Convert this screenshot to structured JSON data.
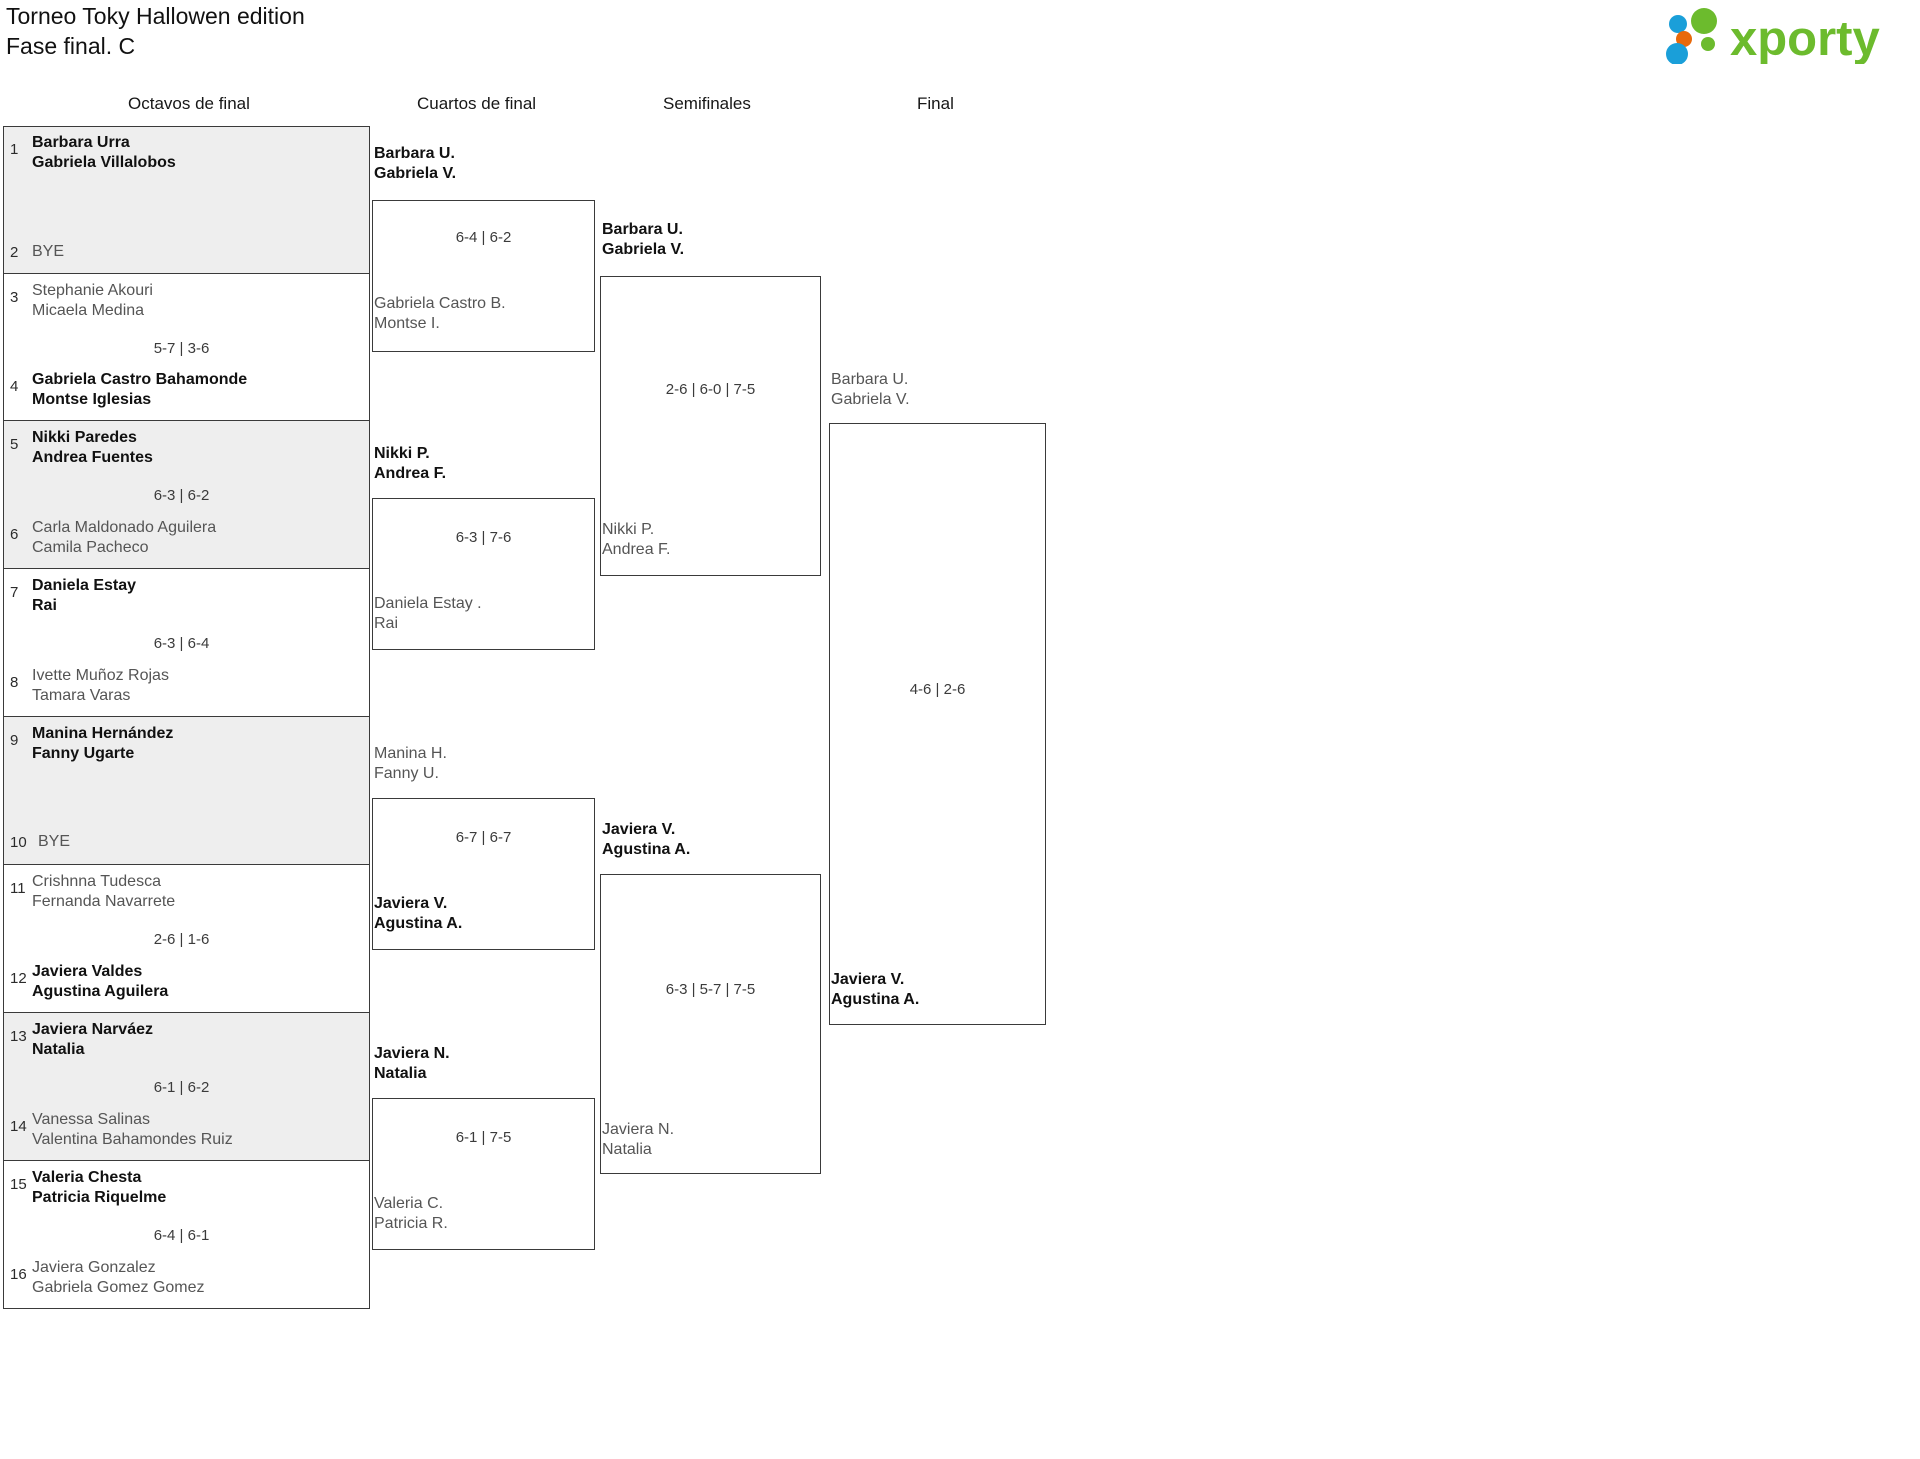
{
  "header": {
    "title_line1": "Torneo Toky Hallowen edition",
    "title_line2": "Fase final. C",
    "logo_text": "xporty",
    "logo_colors": {
      "text": "#6cbb2d",
      "dot_blue": "#1a9fd9",
      "dot_orange": "#e8690b",
      "dot_green": "#6cbb2d"
    }
  },
  "rounds": [
    {
      "label": "Octavos de final"
    },
    {
      "label": "Cuartos de final"
    },
    {
      "label": "Semifinales"
    },
    {
      "label": "Final"
    }
  ],
  "round1": [
    {
      "seed_top": "1",
      "top_line1": "Barbara Urra",
      "top_line2": "Gabriela Villalobos",
      "top_result": "win",
      "seed_bottom": "2",
      "bottom_line1": "BYE",
      "bottom_line2": "",
      "bottom_result": "bye",
      "score": ""
    },
    {
      "seed_top": "3",
      "top_line1": "Stephanie Akouri",
      "top_line2": "Micaela Medina",
      "top_result": "lose",
      "seed_bottom": "4",
      "bottom_line1": "Gabriela Castro Bahamonde",
      "bottom_line2": "Montse Iglesias",
      "bottom_result": "win",
      "score": "5-7 | 3-6"
    },
    {
      "seed_top": "5",
      "top_line1": "Nikki Paredes",
      "top_line2": "Andrea Fuentes",
      "top_result": "win",
      "seed_bottom": "6",
      "bottom_line1": "Carla Maldonado Aguilera",
      "bottom_line2": "Camila Pacheco",
      "bottom_result": "lose",
      "score": "6-3 | 6-2"
    },
    {
      "seed_top": "7",
      "top_line1": "Daniela Estay",
      "top_line2": "Rai",
      "top_result": "win",
      "seed_bottom": "8",
      "bottom_line1": "Ivette Muñoz Rojas",
      "bottom_line2": "Tamara Varas",
      "bottom_result": "lose",
      "score": "6-3 | 6-4"
    },
    {
      "seed_top": "9",
      "top_line1": "Manina Hernández",
      "top_line2": "Fanny Ugarte",
      "top_result": "win",
      "seed_bottom": "10",
      "bottom_line1": "BYE",
      "bottom_line2": "",
      "bottom_result": "bye",
      "score": ""
    },
    {
      "seed_top": "11",
      "top_line1": "Crishnna Tudesca",
      "top_line2": "Fernanda Navarrete",
      "top_result": "lose",
      "seed_bottom": "12",
      "bottom_line1": "Javiera Valdes",
      "bottom_line2": "Agustina Aguilera",
      "bottom_result": "win",
      "score": "2-6 | 1-6"
    },
    {
      "seed_top": "13",
      "top_line1": "Javiera Narváez",
      "top_line2": "Natalia",
      "top_result": "win",
      "seed_bottom": "14",
      "bottom_line1": "Vanessa Salinas",
      "bottom_line2": "Valentina Bahamondes Ruiz",
      "bottom_result": "lose",
      "score": "6-1 | 6-2"
    },
    {
      "seed_top": "15",
      "top_line1": "Valeria Chesta",
      "top_line2": "Patricia Riquelme",
      "top_result": "win",
      "seed_bottom": "16",
      "bottom_line1": "Javiera Gonzalez",
      "bottom_line2": "Gabriela Gomez Gomez",
      "bottom_result": "lose",
      "score": "6-4 | 6-1"
    }
  ],
  "round2": [
    {
      "top_line1": "Barbara U.",
      "top_line2": "Gabriela V.",
      "top_result": "win",
      "bottom_line1": "Gabriela Castro B.",
      "bottom_line2": "Montse I.",
      "bottom_result": "lose",
      "score": "6-4 | 6-2"
    },
    {
      "top_line1": "Nikki P.",
      "top_line2": "Andrea F.",
      "top_result": "win",
      "bottom_line1": "Daniela Estay .",
      "bottom_line2": "Rai",
      "bottom_result": "lose",
      "score": "6-3 | 7-6"
    },
    {
      "top_line1": "Manina H.",
      "top_line2": "Fanny U.",
      "top_result": "lose",
      "bottom_line1": "Javiera V.",
      "bottom_line2": "Agustina A.",
      "bottom_result": "win",
      "score": "6-7 | 6-7"
    },
    {
      "top_line1": "Javiera N.",
      "top_line2": "Natalia",
      "top_result": "win",
      "bottom_line1": "Valeria C.",
      "bottom_line2": "Patricia R.",
      "bottom_result": "lose",
      "score": "6-1 | 7-5"
    }
  ],
  "round3": [
    {
      "top_line1": "Barbara U.",
      "top_line2": "Gabriela V.",
      "top_result": "win",
      "bottom_line1": "Nikki P.",
      "bottom_line2": "Andrea F.",
      "bottom_result": "lose",
      "score": "2-6 | 6-0 | 7-5"
    },
    {
      "top_line1": "Javiera V.",
      "top_line2": "Agustina A.",
      "top_result": "win",
      "bottom_line1": "Javiera N.",
      "bottom_line2": "Natalia",
      "bottom_result": "lose",
      "score": "6-3 | 5-7 | 7-5"
    }
  ],
  "round4": [
    {
      "top_line1": "Barbara U.",
      "top_line2": "Gabriela V.",
      "top_result": "lose",
      "bottom_line1": "Javiera V.",
      "bottom_line2": "Agustina A.",
      "bottom_result": "win",
      "score": "4-6 | 2-6"
    }
  ]
}
